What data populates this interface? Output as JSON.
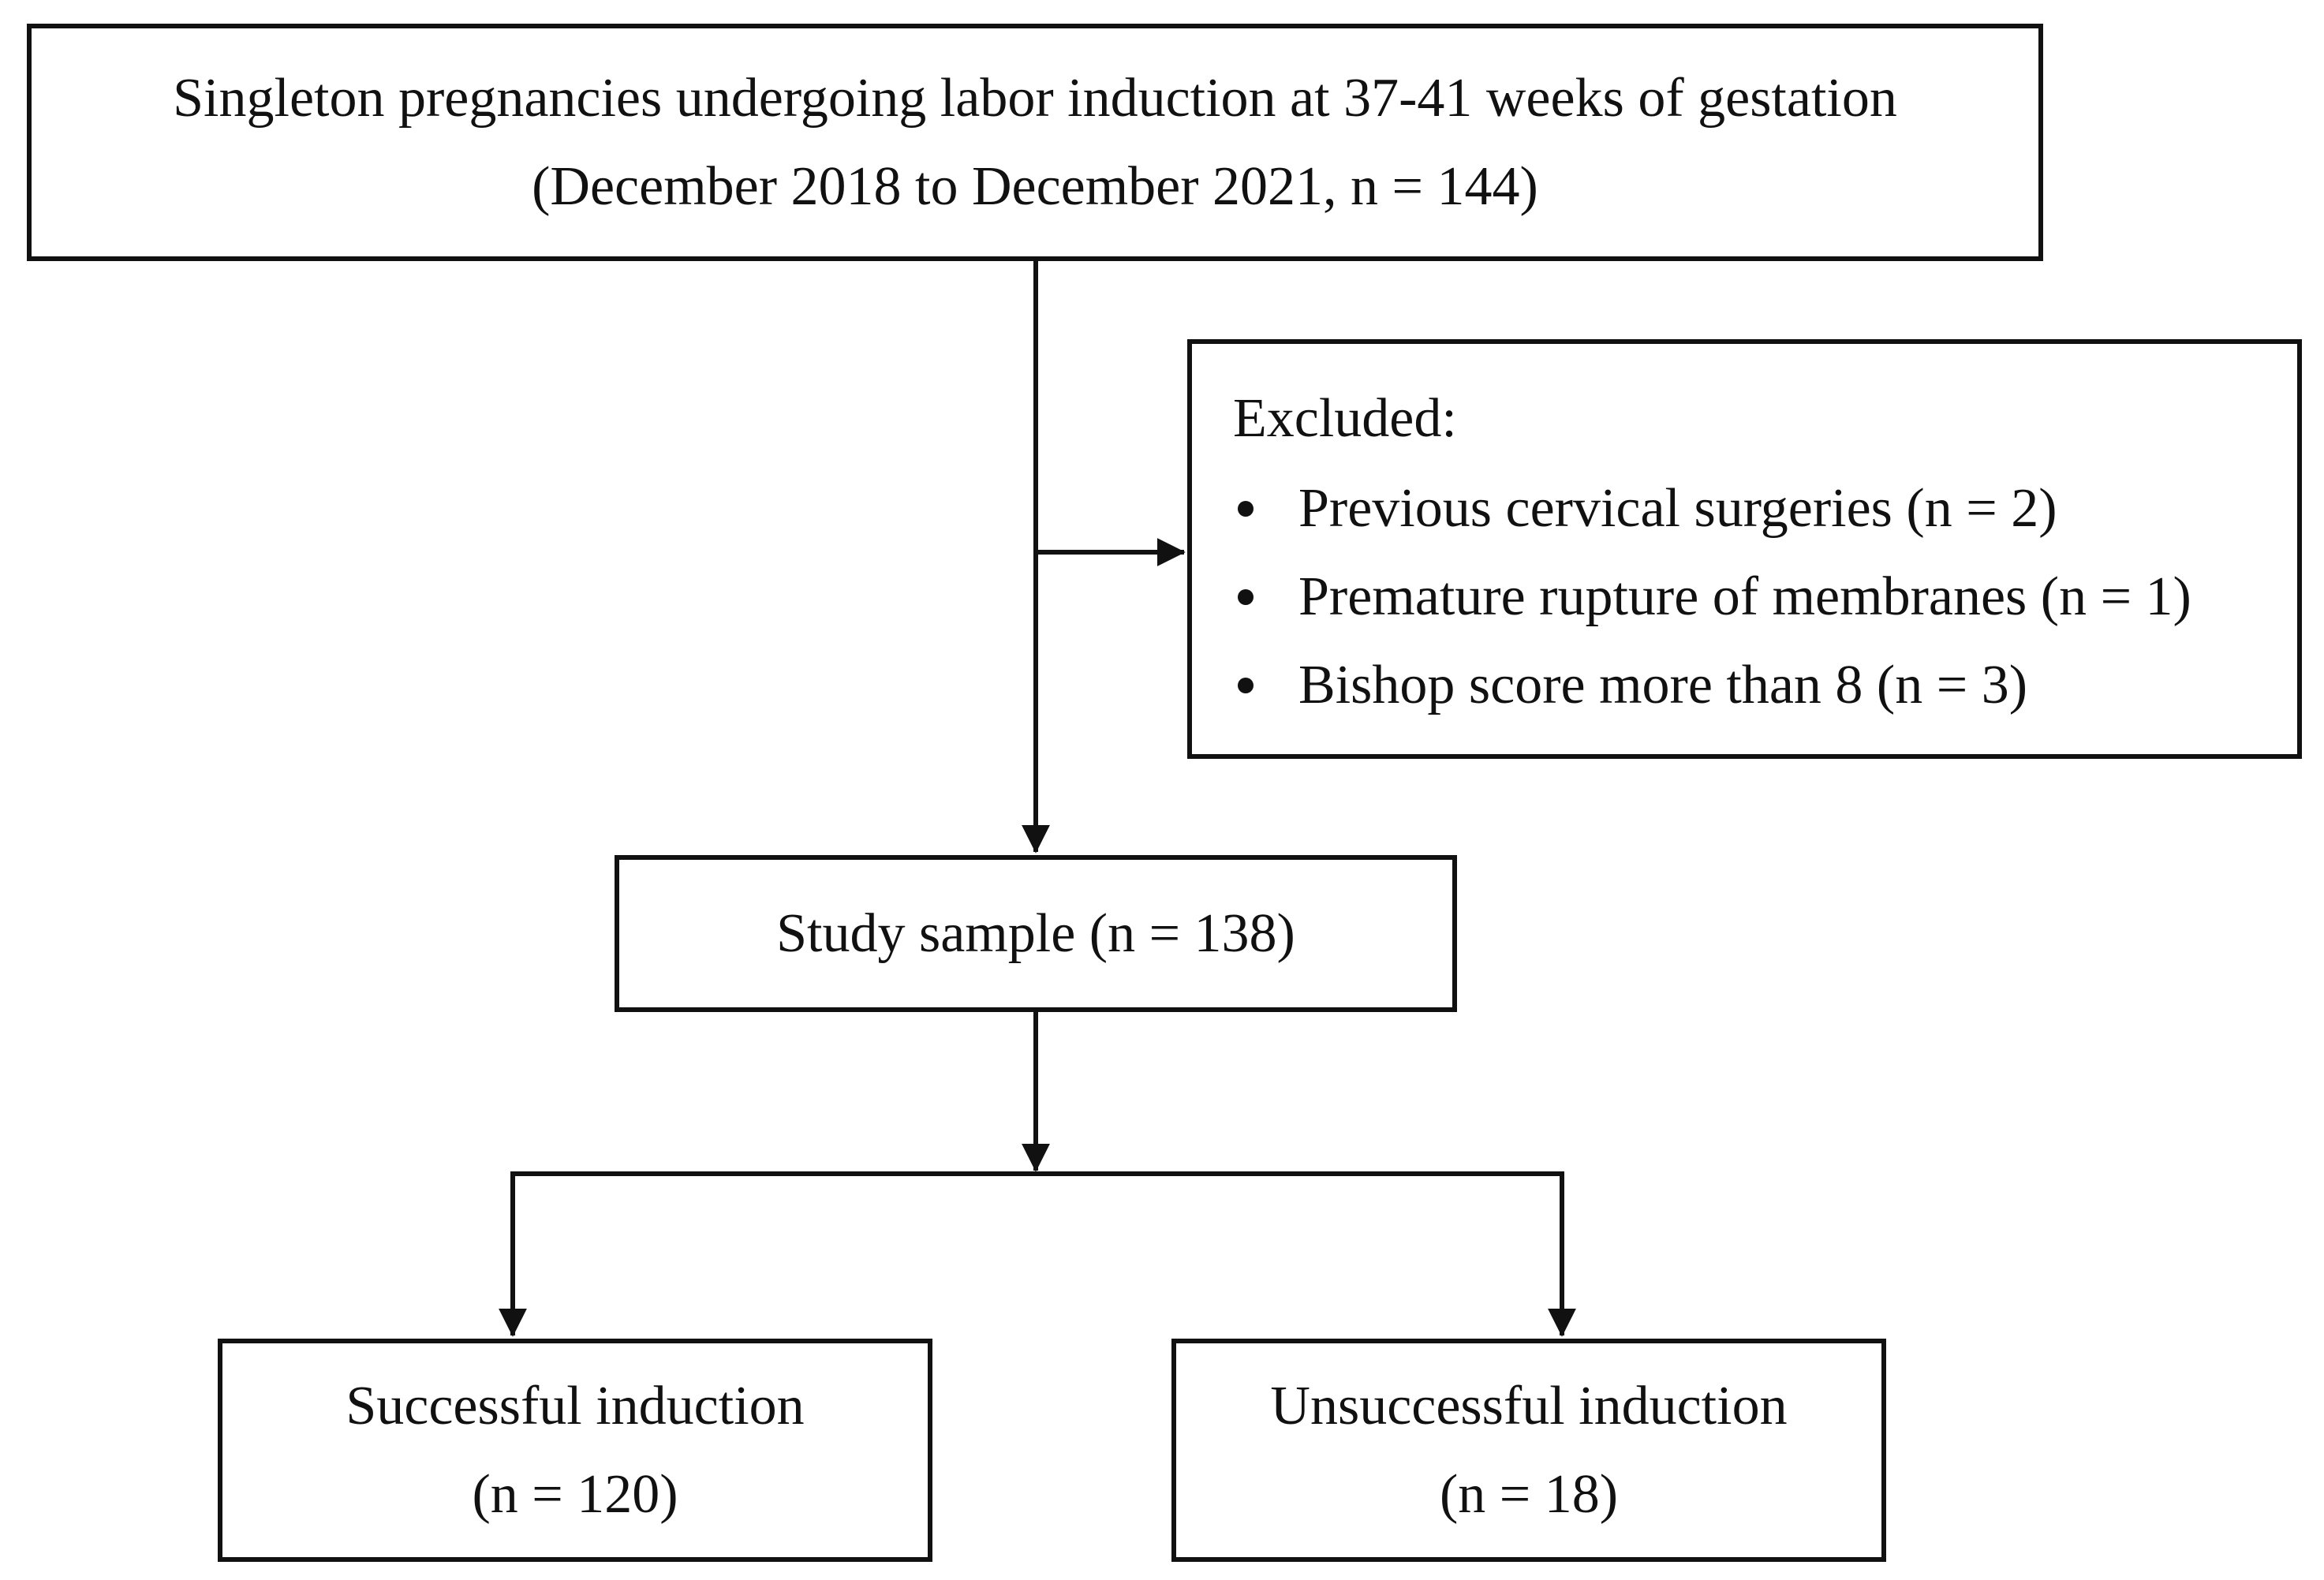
{
  "flowchart": {
    "eligible": {
      "line1": "Singleton pregnancies undergoing labor induction at 37-41 weeks of gestation",
      "line2": "(December 2018 to December 2021, n = 144)"
    },
    "excluded": {
      "heading": "Excluded:",
      "items": [
        "Previous cervical surgeries (n = 2)",
        "Premature rupture of membranes (n = 1)",
        "Bishop score more than 8 (n = 3)"
      ]
    },
    "study_sample": {
      "label": "Study sample (n = 138)"
    },
    "successful": {
      "line1": "Successful induction",
      "line2": "(n = 120)"
    },
    "unsuccessful": {
      "line1": "Unsuccessful induction",
      "line2": "(n = 18)"
    }
  }
}
